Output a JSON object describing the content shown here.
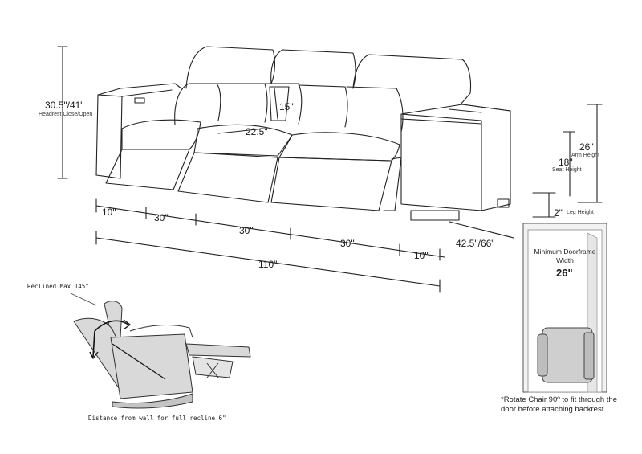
{
  "dimensions": {
    "height_total": "30.5\"/41\"",
    "height_total_caption": "Headrest Close/Open",
    "seat_depth": "15\"",
    "seat_width": "22.5\"",
    "arm_height": "26\"",
    "arm_height_caption": "Arm Height",
    "seat_height": "18\"",
    "seat_height_caption": "Seat Height",
    "leg_height": "2\"",
    "leg_height_caption": "Leg Height",
    "arm_left": "10\"",
    "seat_1": "30\"",
    "seat_2": "30\"",
    "seat_3": "30\"",
    "arm_right": "10\"",
    "depth": "42.5\"/66\"",
    "total_width": "110\""
  },
  "recliner": {
    "reclined_max": "Reclined Max 145°",
    "wall_distance": "Distance from wall for full recline 6\""
  },
  "doorframe": {
    "title": "Minimum Doorframe Width",
    "width": "26\"",
    "note": "*Rotate Chair 90º to fit through the door before attaching backrest"
  }
}
